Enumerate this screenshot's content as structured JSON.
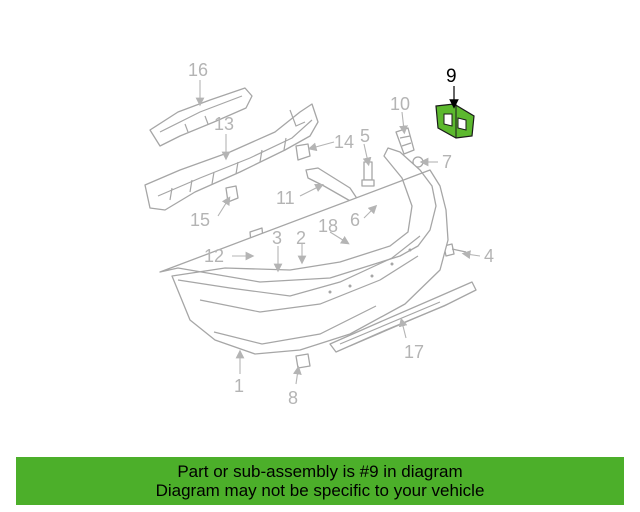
{
  "diagram": {
    "callouts": [
      "1",
      "2",
      "3",
      "4",
      "5",
      "6",
      "7",
      "8",
      "9",
      "10",
      "11",
      "12",
      "13",
      "14",
      "15",
      "16",
      "17",
      "18"
    ],
    "highlighted_callout": "9",
    "highlight_color": "#5cb82e"
  },
  "banner": {
    "line1": "Part or sub-assembly is #9 in diagram",
    "line2": "Diagram may not be specific to your vehicle",
    "background": "#4caf2a"
  }
}
